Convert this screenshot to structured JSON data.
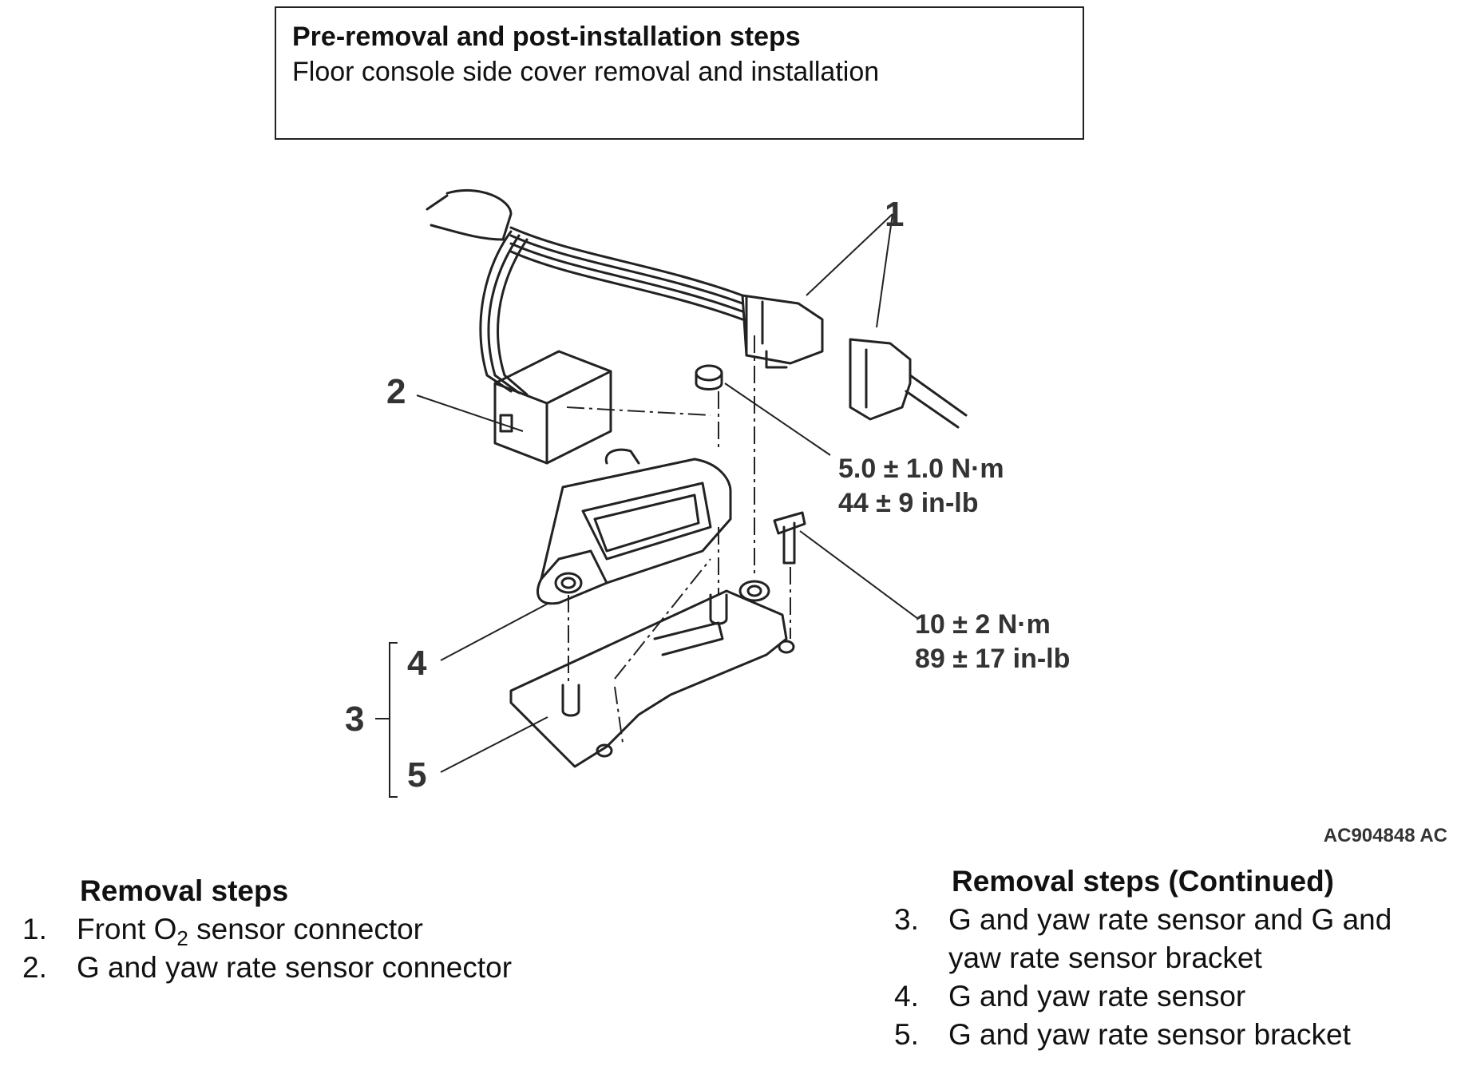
{
  "header": {
    "title": "Pre-removal and post-installation steps",
    "subtitle": "Floor console side cover removal and installation"
  },
  "diagram": {
    "callouts": [
      "1",
      "2",
      "3",
      "4",
      "5"
    ],
    "torque_1": {
      "metric": "5.0 ± 1.0 N·m",
      "imperial": "44 ± 9 in-lb"
    },
    "torque_2": {
      "metric": "10 ± 2 N·m",
      "imperial": "89 ± 17 in-lb"
    },
    "figure_id": "AC904848 AC"
  },
  "removal_steps": {
    "heading": "Removal steps",
    "items": [
      {
        "num": "1.",
        "text_pre": "Front O",
        "sub": "2",
        "text_post": " sensor connector"
      },
      {
        "num": "2.",
        "text": "G and yaw rate sensor connector"
      }
    ]
  },
  "removal_steps_continued": {
    "heading": "Removal steps (Continued)",
    "items": [
      {
        "num": "3.",
        "text": "G and yaw rate sensor and G and yaw rate sensor bracket"
      },
      {
        "num": "4.",
        "text": "G and yaw rate sensor"
      },
      {
        "num": "5.",
        "text": "G and yaw rate sensor bracket"
      }
    ]
  }
}
